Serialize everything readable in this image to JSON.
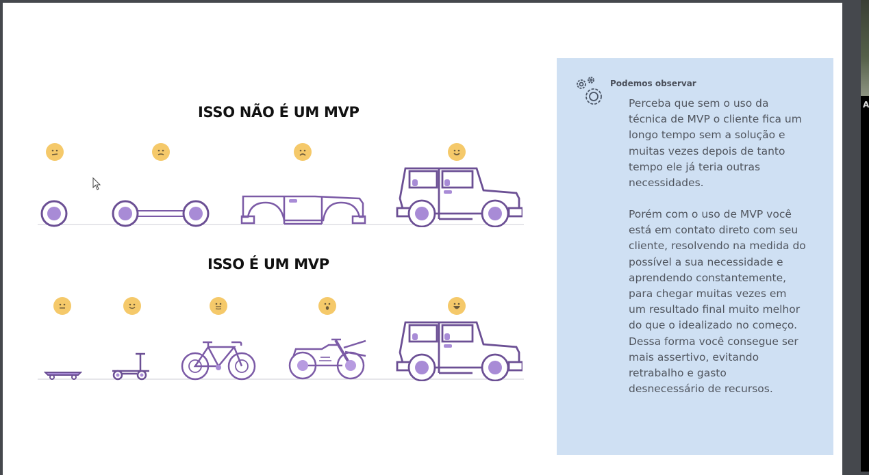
{
  "slide": {
    "heading_top": "ISSO NÃO É UM MVP",
    "heading_bottom": "ISSO É UM MVP",
    "colors": {
      "accent_purple": "#7b5aa6",
      "fill_purple": "#a88bd6",
      "emoji_yellow": "#f5c96a",
      "panel_bg": "#cfe0f3",
      "panel_text": "#50555e"
    },
    "row_not_mvp": [
      {
        "stage": "wheel",
        "emoji": "neutral-face"
      },
      {
        "stage": "axle",
        "emoji": "neutral-face"
      },
      {
        "stage": "car-body",
        "emoji": "frowning-face"
      },
      {
        "stage": "car",
        "emoji": "smiling-face"
      }
    ],
    "row_mvp": [
      {
        "stage": "skateboard",
        "emoji": "neutral-face"
      },
      {
        "stage": "scooter",
        "emoji": "slight-smile-face"
      },
      {
        "stage": "bicycle",
        "emoji": "slight-smile-face"
      },
      {
        "stage": "motorcycle",
        "emoji": "surprised-face"
      },
      {
        "stage": "car",
        "emoji": "grinning-face"
      }
    ]
  },
  "panel": {
    "icon": "gears-icon",
    "title": "Podemos observar",
    "paragraph1_lines": [
      "Perceba que sem o uso da",
      "técnica de MVP o cliente fica um",
      "longo tempo sem a solução e",
      "muitas vezes depois de tanto",
      "tempo ele já teria outras",
      "necessidades."
    ],
    "paragraph2_lines": [
      "Porém com o uso de MVP você",
      "está em contato direto com seu",
      "cliente, resolvendo na medida do",
      "possível a sua necessidade e",
      "aprendendo constantemente,",
      "para chegar muitas vezes em",
      "um resultado final muito melhor",
      "do que o idealizado no começo.",
      "Dessa forma você consegue ser",
      "mais assertivo, evitando",
      "retrabalho e gasto",
      "desnecessário de recursos."
    ]
  },
  "side": {
    "letter": "A"
  }
}
